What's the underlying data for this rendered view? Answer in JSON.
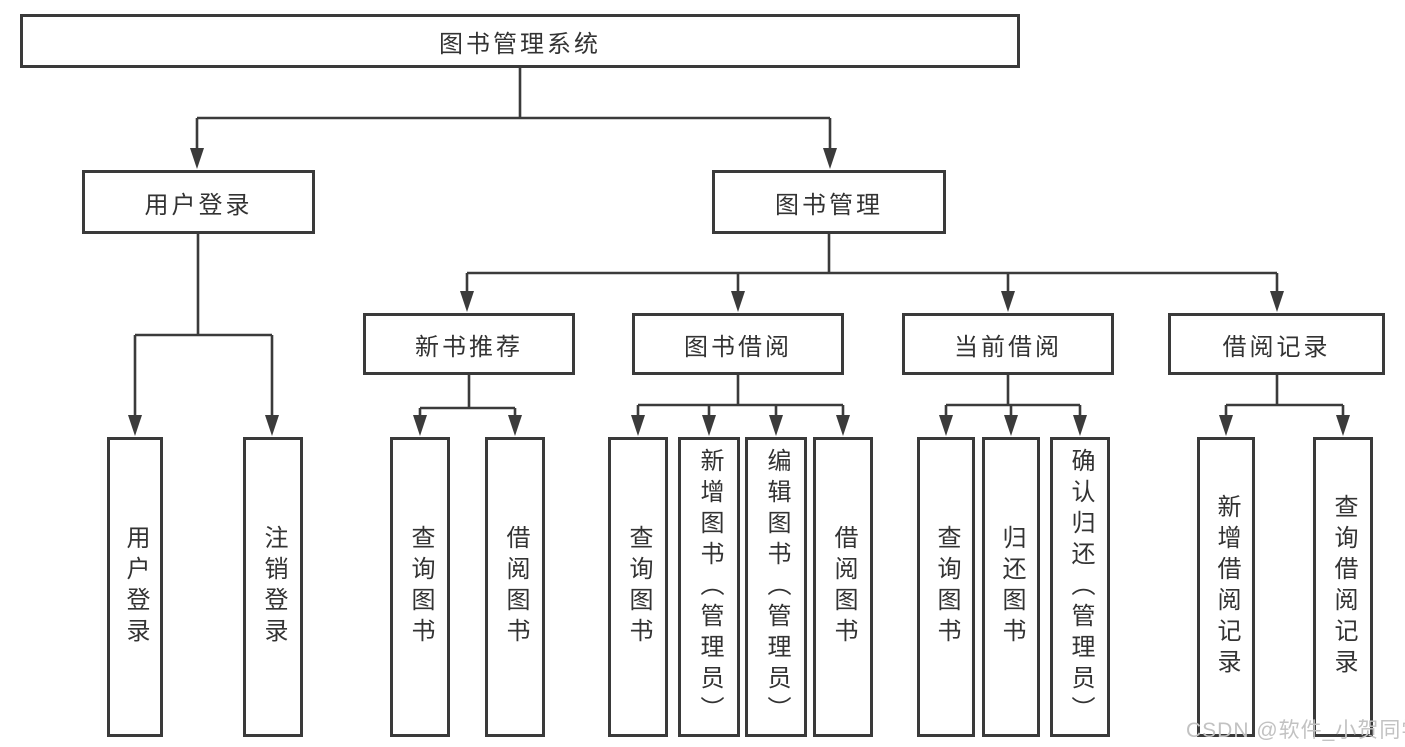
{
  "diagram": {
    "root": {
      "label": "图书管理系统"
    },
    "level2": [
      {
        "label": "用户登录"
      },
      {
        "label": "图书管理"
      }
    ],
    "level3": [
      {
        "label": "新书推荐"
      },
      {
        "label": "图书借阅"
      },
      {
        "label": "当前借阅"
      },
      {
        "label": "借阅记录"
      }
    ],
    "leaves": {
      "user_login": [
        "用户登录",
        "注销登录"
      ],
      "new_book_recommendation": [
        "查询图书",
        "借阅图书"
      ],
      "book_borrowing": [
        "查询图书",
        "新增图书（管理员）",
        "编辑图书（管理员）",
        "借阅图书"
      ],
      "current_borrowing": [
        "查询图书",
        "归还图书",
        "确认归还（管理员）"
      ],
      "borrowing_records": [
        "新增借阅记录",
        "查询借阅记录"
      ]
    }
  },
  "watermark": {
    "text": "CSDN @软件_小贺同学"
  },
  "colors": {
    "line": "#3b3b3b",
    "text": "#333333",
    "watermark": "#c2c2c2"
  }
}
